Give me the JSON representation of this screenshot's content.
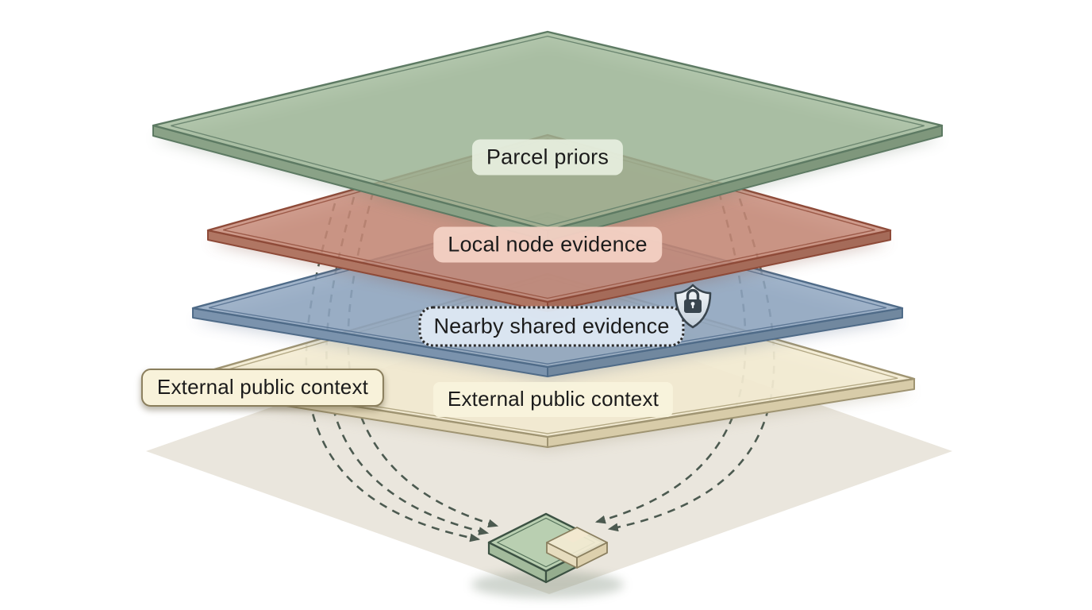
{
  "figure_type": "layered-stack-diagram",
  "canvas": {
    "background": "#ffffff",
    "ground_color": "#eae6dd"
  },
  "layers": [
    {
      "label": "Parcel priors",
      "color": "#9db796",
      "border": "#5d7a63",
      "label_bg": "#e7efe0"
    },
    {
      "label": "Local node evidence",
      "color": "#c68a78",
      "border": "#8e4a38",
      "label_bg": "#f3d1c4"
    },
    {
      "label": "Nearby shared evidence",
      "color": "#8fa6c0",
      "border": "#4f6b88",
      "label_bg": "#dde8f3",
      "label_border": "dotted",
      "has_lock_icon": true
    },
    {
      "label": "External public context",
      "color": "#f3ecd3",
      "border": "#9f9472",
      "label_bg": "#f8f3dc"
    }
  ],
  "side_label": {
    "text": "External public context",
    "bg": "#f8f2da",
    "border": "#8a7e5c"
  },
  "icons": {
    "shield_lock": "shield-lock-icon"
  },
  "arrows": {
    "color": "#4c5a50",
    "style": "dashed",
    "left_count": 3,
    "right_count": 2
  },
  "target_chip": {
    "top_color": "#b9cfb1",
    "inset_color": "#f3ecd3",
    "accent_color": "#ecc3b4",
    "border": "#3c5243"
  }
}
